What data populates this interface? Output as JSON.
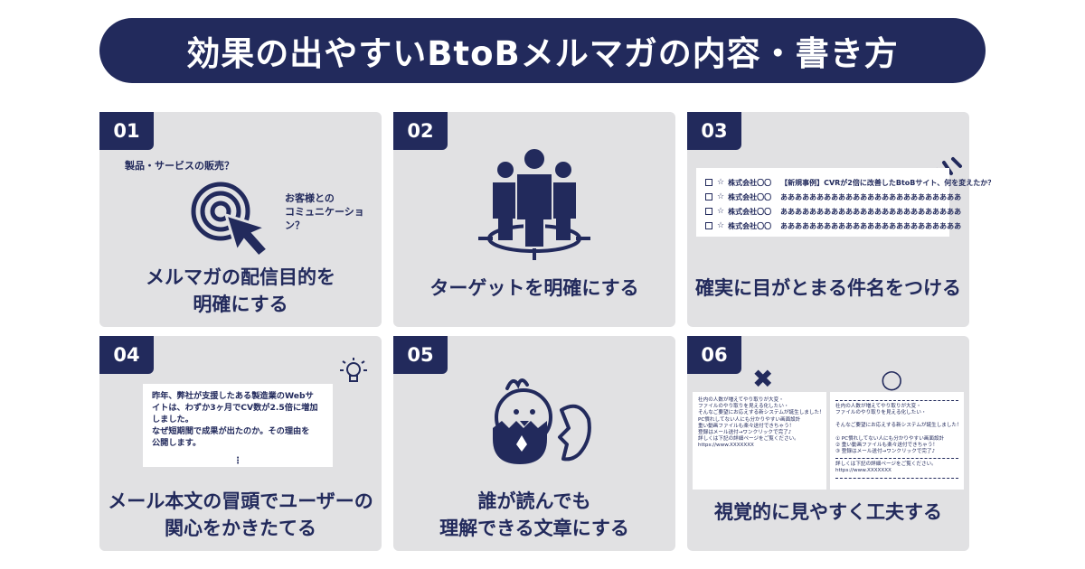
{
  "title": "効果の出やすいBtoBメルマガの内容・書き方",
  "colors": {
    "navy": "#222a5c",
    "card_bg": "#e1e1e3",
    "white": "#ffffff"
  },
  "cards": [
    {
      "num": "01",
      "title_lines": [
        "メルマガの配信目的を",
        "明確にする"
      ],
      "icon": "target-cursor-icon",
      "labels": [
        "製品・サービスの販売？",
        "お客様との",
        "コミュニケーション？"
      ]
    },
    {
      "num": "02",
      "title": "ターゲットを明確にする",
      "icon": "people-target-icon"
    },
    {
      "num": "03",
      "title": "確実に目がとまる件名をつける",
      "icon": "attention-lines-icon",
      "subjects": [
        {
          "sender": "株式会社〇〇",
          "text": "【新規事例】CVRが2倍に改善したBtoBサイト、何を変えたか？"
        },
        {
          "sender": "株式会社〇〇",
          "text": "あああああああああああああああああああああああああ"
        },
        {
          "sender": "株式会社〇〇",
          "text": "あああああああああああああああああああああああああ"
        },
        {
          "sender": "株式会社〇〇",
          "text": "あああああああああああああああああああああああああ"
        }
      ]
    },
    {
      "num": "04",
      "title_lines": [
        "メール本文の冒頭でユーザーの",
        "関心をかきたてる"
      ],
      "icon": "lightbulb-icon",
      "mail_lines": [
        "昨年、弊社が支援したある製造業のWebサ",
        "イトは、わずか3ヶ月でCV数が2.5倍に増加",
        "しました。",
        " なぜ短期間で成果が出たのか。その理由を",
        "公開します。"
      ],
      "dots": "⋮"
    },
    {
      "num": "05",
      "title_lines": [
        "誰が読んでも",
        "理解できる文章にする"
      ],
      "icon": "chick-hatching-icon"
    },
    {
      "num": "06",
      "title": "視覚的に見やすく工夫する",
      "bad_mark": "✖",
      "good_mark": "○",
      "bad_lines": [
        "社内の人数が増えてやり取りが大変・",
        "ファイルのやり取りを見える化したい・",
        "そんなご要望にお応えする新システムが誕生しました！",
        "PC慣れしてない人にも分かりやすい画面設計",
        "重い動画ファイルも楽々送付できちゃう！",
        "登録はメール送付→ワンクリックで完了♪",
        "詳しくは下記の詳細ページをご覧ください。",
        "https://www.XXXXXXX"
      ],
      "good_lines": [
        "社内の人数が増えてやり取りが大変・",
        "ファイルのやり取りを見える化したい・",
        "",
        "そんなご要望にお応えする新システムが誕生しました！",
        "",
        "① PC慣れしてない人にも分かりやすい画面設計",
        "② 重い動画ファイルも楽々送付できちゃう！",
        "③ 登録はメール送付→ワンクリックで完了♪",
        "",
        "詳しくは下記の詳細ページをご覧ください。",
        "https://www.XXXXXXX"
      ]
    }
  ]
}
